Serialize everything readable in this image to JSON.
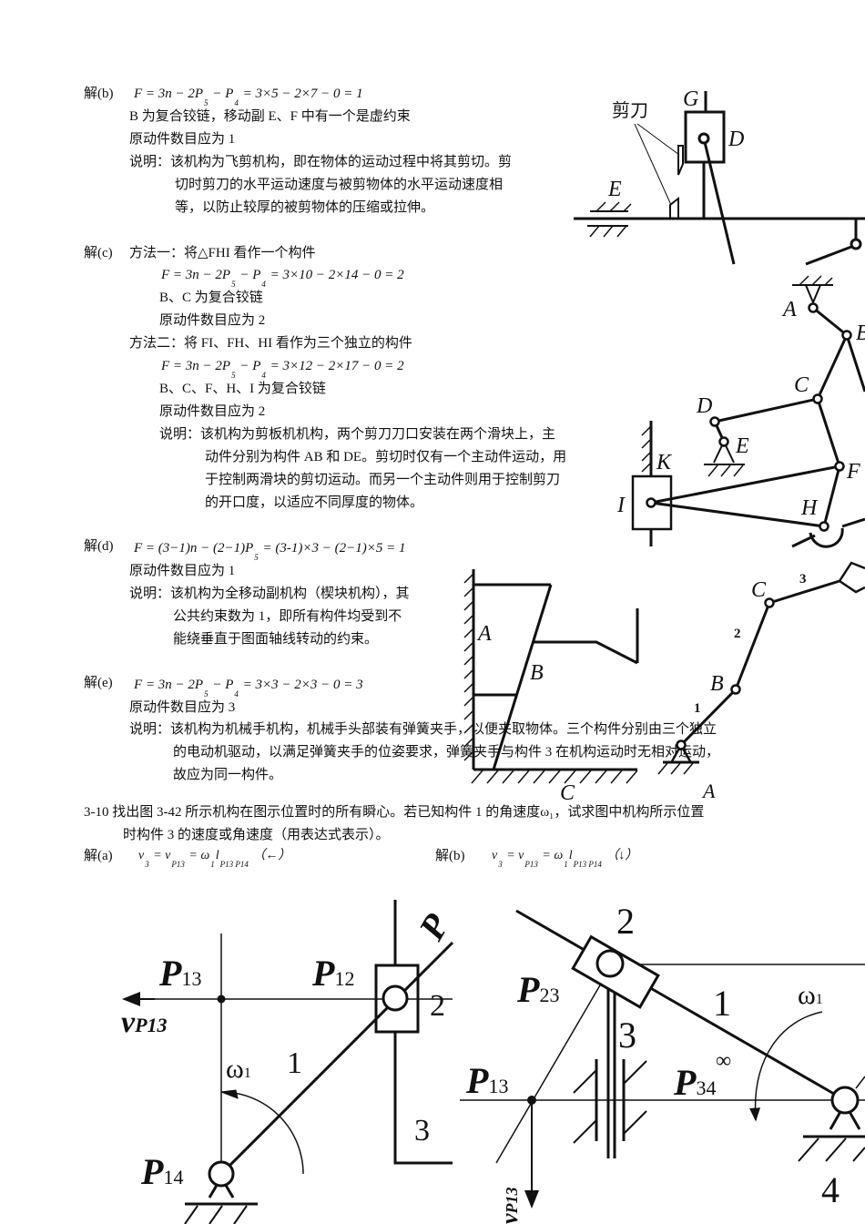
{
  "b": {
    "label": "解(b)",
    "formula": [
      "F = 3n − 2P",
      "5",
      " − P",
      "4",
      " = 3×5 − 2×7 − 0 = 1"
    ],
    "line1": "B 为复合铰链，移动副 E、F 中有一个是虚约束",
    "line2": "原动件数目应为 1",
    "note": [
      "说明：该机构为飞剪机构，即在物体的运动过程中将其剪切。剪",
      "切时剪刀的水平运动速度与被剪物体的水平运动速度相",
      "等，以防止较厚的被剪物体的压缩或拉伸。"
    ]
  },
  "c": {
    "label": "解(c)",
    "method1": "方法一：将△FHI 看作一个构件",
    "formula1": [
      "F = 3n − 2P",
      "5",
      " − P",
      "4",
      " = 3×10 − 2×14 − 0 = 2"
    ],
    "m1_line1": "B、C 为复合铰链",
    "m1_line2": "原动件数目应为 2",
    "method2": "方法二：将 FI、FH、HI 看作为三个独立的构件",
    "formula2": [
      "F = 3n − 2P",
      "5",
      " − P",
      "4",
      " = 3×12 − 2×17 − 0 = 2"
    ],
    "m2_line1": "B、C、F、H、I 为复合铰链",
    "m2_line2": "原动件数目应为 2",
    "note": [
      "说明：该机构为剪板机机构，两个剪刀刀口安装在两个滑块上，主",
      "动件分别为构件 AB 和 DE。剪切时仅有一个主动件运动，用",
      "于控制两滑块的剪切运动。而另一个主动件则用于控制剪刀",
      "的开口度，以适应不同厚度的物体。"
    ]
  },
  "d": {
    "label": "解(d)",
    "formula": [
      "F = (3−1)n − (2−1)P",
      "5",
      " = (3-1)×3 − (2−1)×5 = 1"
    ],
    "line1": "原动件数目应为 1",
    "note": [
      "说明：该机构为全移动副机构（楔块机构），其",
      "公共约束数为  1，即所有构件均受到不",
      "能绕垂直于图面轴线转动的约束。"
    ]
  },
  "e": {
    "label": "解(e)",
    "formula": [
      "F = 3n − 2P",
      "5",
      " − P",
      "4",
      " = 3×3 − 2×3 − 0 = 3"
    ],
    "line1": "原动件数目应为 3",
    "note": [
      "说明：该机构为机械手机构，机械手头部装有弹簧夹手，以便夹取物体。三个构件分别由三个独立",
      "的电动机驱动，以满足弹簧夹手的位姿要求，弹簧夹手与构件 3 在机构运动时无相对运动，",
      "故应为同一构件。"
    ]
  },
  "q310": {
    "line1": "3-10  找出图 3-42 所示机构在图示位置时的所有瞬心。若已知构件 1 的角速度ω₁，试求图中机构所示位置",
    "line2": "时构件 3 的速度或角速度（用表达式表示）。",
    "a_label": "解(a)",
    "a_formula": [
      "v",
      "3",
      " = v",
      "P13",
      " = ω",
      "1",
      "l",
      "P13 P14",
      "  （←）"
    ],
    "b_label": "解(b)",
    "b_formula": [
      "v",
      "3",
      " = v",
      "P13",
      " = ω",
      "1",
      "l",
      "P13 P14",
      "  （↓）"
    ]
  },
  "fig_b": {
    "cutter": "剪刀",
    "G": "G",
    "D": "D",
    "E": "E"
  },
  "fig_c": {
    "A": "A",
    "B": "B",
    "C": "C",
    "D": "D",
    "E": "E",
    "F": "F",
    "H": "H",
    "I": "I",
    "K": "K"
  },
  "fig_d": {
    "A": "A",
    "B": "B",
    "C": "C"
  },
  "fig_e": {
    "A": "A",
    "B": "B",
    "C": "C",
    "n1": "1",
    "n2": "2",
    "n3": "3"
  },
  "fig_a2": {
    "P13": "P",
    "P13s": "13",
    "P12": "P",
    "P12s": "12",
    "P14": "P",
    "P14s": "14",
    "v": "v",
    "vs": "P13",
    "w": "ω",
    "ws": "1",
    "n1": "1",
    "n2": "2",
    "n3": "3",
    "Pinf": "P"
  },
  "fig_b2": {
    "P23": "P",
    "P23s": "23",
    "P13": "P",
    "P13s": "13",
    "P34": "P",
    "P34s": "34",
    "inf": "∞",
    "w": "ω",
    "ws": "1",
    "n1": "1",
    "n2": "2",
    "n3": "3",
    "n4": "4",
    "v": "v",
    "vs": "P13"
  }
}
